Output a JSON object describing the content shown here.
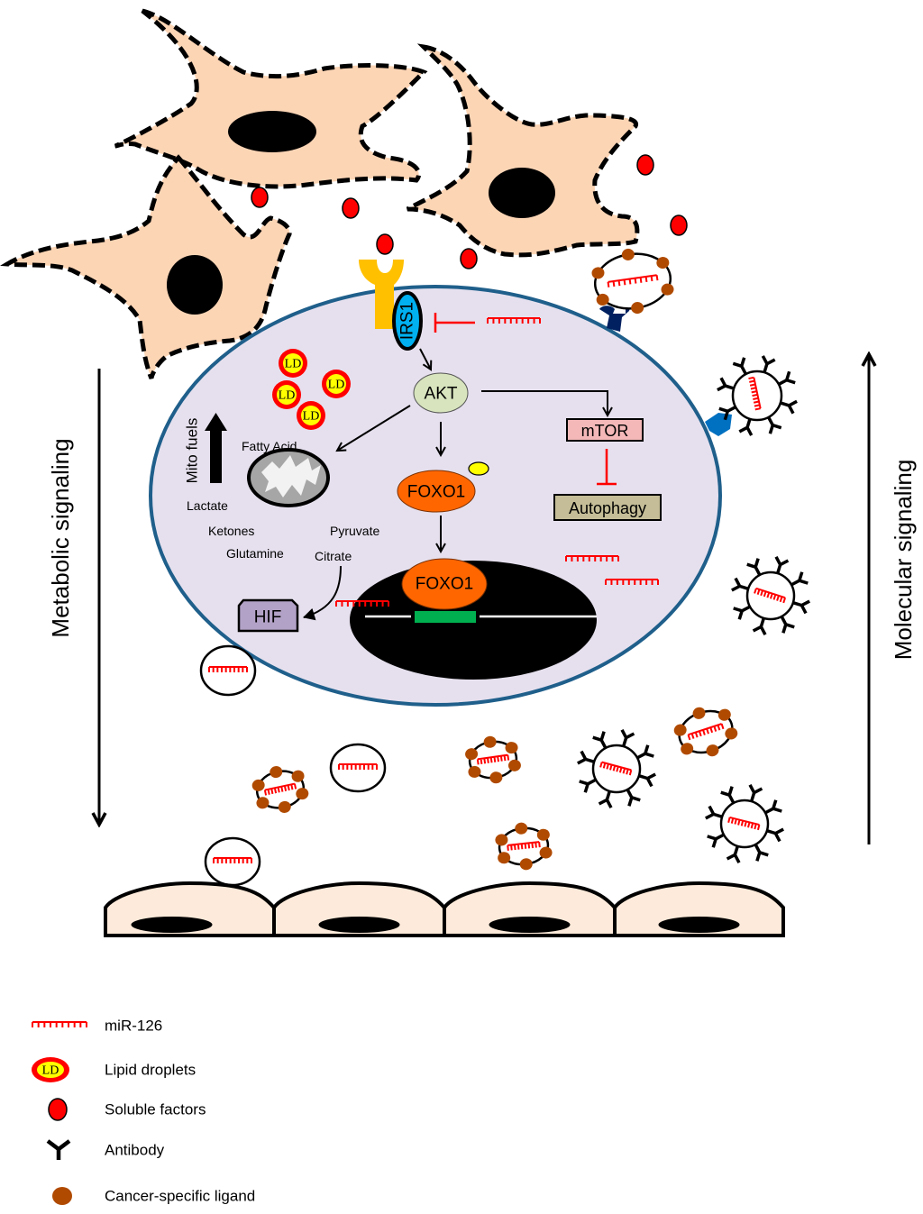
{
  "labels": {
    "receptor_label": "IRS1",
    "akt": "AKT",
    "mtor": "mTOR",
    "autophagy": "Autophagy",
    "foxo1_cyto": "FOXO1",
    "foxo1_nuc": "FOXO1",
    "hif": "HIF",
    "mito_fuels": "Mito fuels",
    "fatty_acid": "Fatty Acid",
    "lactate": "Lactate",
    "ketones": "Ketones",
    "glutamine": "Glutamine",
    "pyruvate": "Pyruvate",
    "citrate": "Citrate",
    "lipid_droplet": "LD"
  },
  "side_arrows": {
    "left": {
      "label": "Metabolic signaling",
      "direction": "down"
    },
    "right": {
      "label": "Molecular signaling",
      "direction": "up"
    }
  },
  "legend": [
    {
      "icon": "mirna-icon",
      "label": "miR-126"
    },
    {
      "icon": "lipid-droplet-icon",
      "label": "Lipid droplets",
      "icon_text": "LD"
    },
    {
      "icon": "soluble-factor-icon",
      "label": "Soluble factors"
    },
    {
      "icon": "antibody-icon",
      "label": "Antibody"
    },
    {
      "icon": "ligand-icon",
      "label": "Cancer-specific ligand"
    }
  ],
  "colors": {
    "cell_fill": "#e6e0ee",
    "cell_membrane": "#1f5f8b",
    "fibroblast_fill": "#fcd5b5",
    "endothelial_fill": "#fdeada",
    "mirna": "#ff0000",
    "soluble_factor": "#ff0000",
    "ligand": "#b04a00",
    "receptor_yellow": "#ffc000",
    "irs1": "#00b0f0",
    "akt": "#d7e4bd",
    "foxo1": "#ff6600",
    "mtor": "#f4b8b8",
    "autophagy": "#c4bd97",
    "hif": "#b3a2c7",
    "gene": "#00b050",
    "dock_navy": "#002060",
    "dock_blue": "#0070c0"
  }
}
